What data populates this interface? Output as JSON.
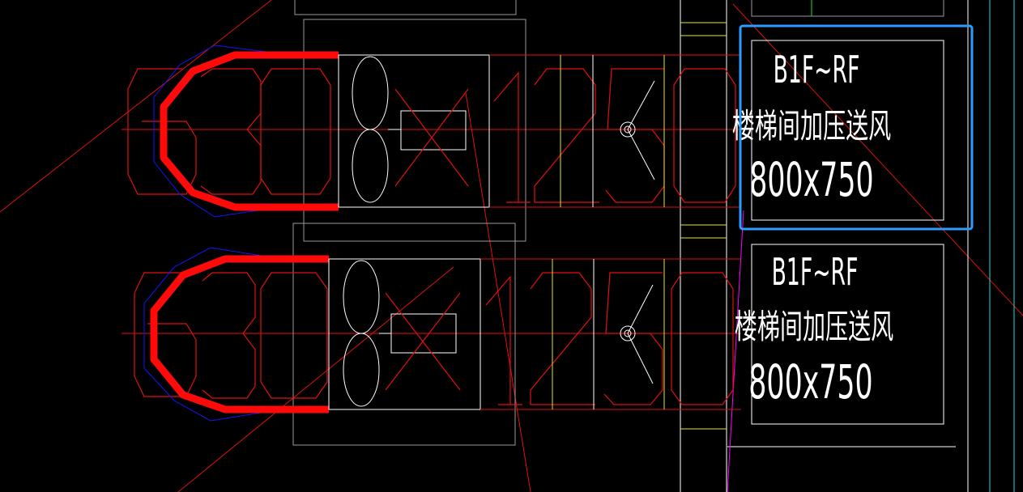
{
  "colors": {
    "background": "#000000",
    "red": "#e01010",
    "red_bold": "#ff0a0a",
    "white": "#ffffff",
    "gray": "#9a9a9a",
    "blue": "#1414ff",
    "yellow": "#e6e61e",
    "green": "#1ee61e",
    "cyan": "#22dddd",
    "magenta": "#ff00ff",
    "selection": "#2d9cff"
  },
  "upper_block": {
    "floors": "B1F~RF",
    "purpose": "楼梯间加压送风",
    "size": "800x750",
    "selected": true
  },
  "lower_block": {
    "floors": "B1F~RF",
    "purpose": "楼梯间加压送风",
    "size": "800x750",
    "selected": false
  }
}
